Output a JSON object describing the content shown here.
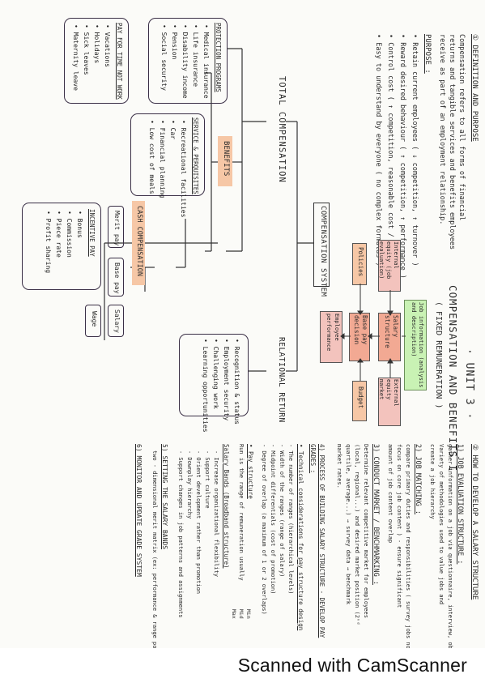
{
  "footer": {
    "scanner_text": "Scanned with CamScanner"
  },
  "colors": {
    "pink": "#f3c3bd",
    "orange": "#f2a993",
    "peach": "#f6c7a6",
    "green": "#c9f2b4",
    "ink": "#3a2f46"
  },
  "unit": {
    "label": "· UNIT 3 ·",
    "title": "COMPENSATION AND BENEFITS I",
    "subtitle": "( FIXED REMUNERATION )"
  },
  "left": {
    "section_title": "① DEFINITION AND PURPOSE",
    "definition": [
      "Compensation refers to all forms of financial",
      "returns and tangible services and benefits employees",
      "receive as part of an employment relationship."
    ],
    "purpose_label": "PURPOSE :",
    "purposes": [
      "• Retain current employees  ( ↓ competition, ↑ turnover )",
      "• Reward desired behaviour  ( ↑ competition, ↑ performance )",
      "• Control cost  ( ↑ competition, reasonable cost / success )",
      "• Easy to understand by everyone  ( no complex formulas )"
    ]
  },
  "diagram": {
    "root": "COMPENSATION SYSTEM",
    "total": "TOTAL COMPENSATION",
    "relational": "RELATIONAL RETURN",
    "benefits": "BENEFITS",
    "cash": "CASH COMPENSATION",
    "protection": {
      "title": "PROTECTION PROGRAMS",
      "items": [
        "Medical insurance",
        "Life insurance",
        "Disability income",
        "Pension",
        "Social security"
      ]
    },
    "services": {
      "title": "SERVICE & PERQUISITES",
      "items": [
        "Recreational facilities",
        "Car",
        "Financial planning",
        "Low cost of meals"
      ]
    },
    "pay_time": {
      "title": "PAY FOR TIME NOT WORK",
      "items": [
        "Vacations",
        "Holidays",
        "Sick leaves",
        "Maternity leave"
      ]
    },
    "relational_items": [
      "Recognition & status",
      "Employment security",
      "Challenging work",
      "Learning opportunities"
    ],
    "merit_pay": "Merit pay",
    "base_pay": "Base pay",
    "salary": "Salary",
    "wage": "Wage",
    "incentive": {
      "title": "INCENTIVE PAY",
      "items": [
        "Bonus",
        "Commission",
        "Piece rate",
        "Profit sharing"
      ]
    }
  },
  "flow": {
    "internal_equity": "Internal equity (job evaluation)",
    "job_info": "Job information (analysis and description)",
    "salary_structure": "Salary structure",
    "external_equity": "External equity market",
    "policies": "Policies",
    "base_pay_decision": "Base pay decision",
    "budget": "Budget",
    "employee_performance": "Employee performance"
  },
  "right": {
    "section_title": "② HOW TO DEVELOP A SALARY STRUCTURE",
    "s1_title": "1) JOB EVALUATION STRUCTURE :",
    "s1_lines": [
      "gather information on a job via questionnaire, interview, observation...",
      "Variety of methodologies used to value jobs and",
      "create a job hierarchy"
    ],
    "s2_title": "2) JOB MATCHING :",
    "s2_lines": [
      "compare primary duties and responsibilities ( survey jobs not broadly focused,",
      "focus on core job content ) - ensure significant",
      "amount of job content overlap"
    ],
    "s3_title": "3) CONDUCT MARKET / BENCHMARKING :",
    "s3_lines": [
      "Determine relevant competitive market for employees",
      "(local, regional...) and desired market position (2ⁿᵈ",
      "quartile, average...) → survey data → benchmark",
      "market rates."
    ],
    "s4_title": "4) PROCESS OF BUILDING SALARY STRUCTURE - DEVELOP PAY GRADES :",
    "s4_sub": "• Technical considerations for pay structure design",
    "s4_lines": [
      "- The number of ranges (hierarchical levels)",
      "- Width of the ranges (range of salary)",
      "- Midpoint differentials (cost of promotion)",
      "- Degree of overlap (a maximum of 1 or 2 overlaps)"
    ],
    "pay_structure_title": "• Pay structure",
    "pay_structure_line": "Run is the range of remuneration usually",
    "minmax": [
      "Min",
      "Mid",
      "Max"
    ],
    "broadband_title": "Salary Bands (Broadband structure)",
    "broadband_lines": [
      "- Increase organizational flexibility",
      "- Support culture",
      "- Orient development rather than promotion",
      "- Downplay hierarchy",
      "- Support changes in job patterns and assignments"
    ],
    "s5_title": "5) SETTING THE SALARY BANDS",
    "s5_line": "two - dimensional merit matrix (ex: performance & range position )",
    "s6_title": "6) MONITOR AND UPDATE GRADE SYSTEM"
  }
}
